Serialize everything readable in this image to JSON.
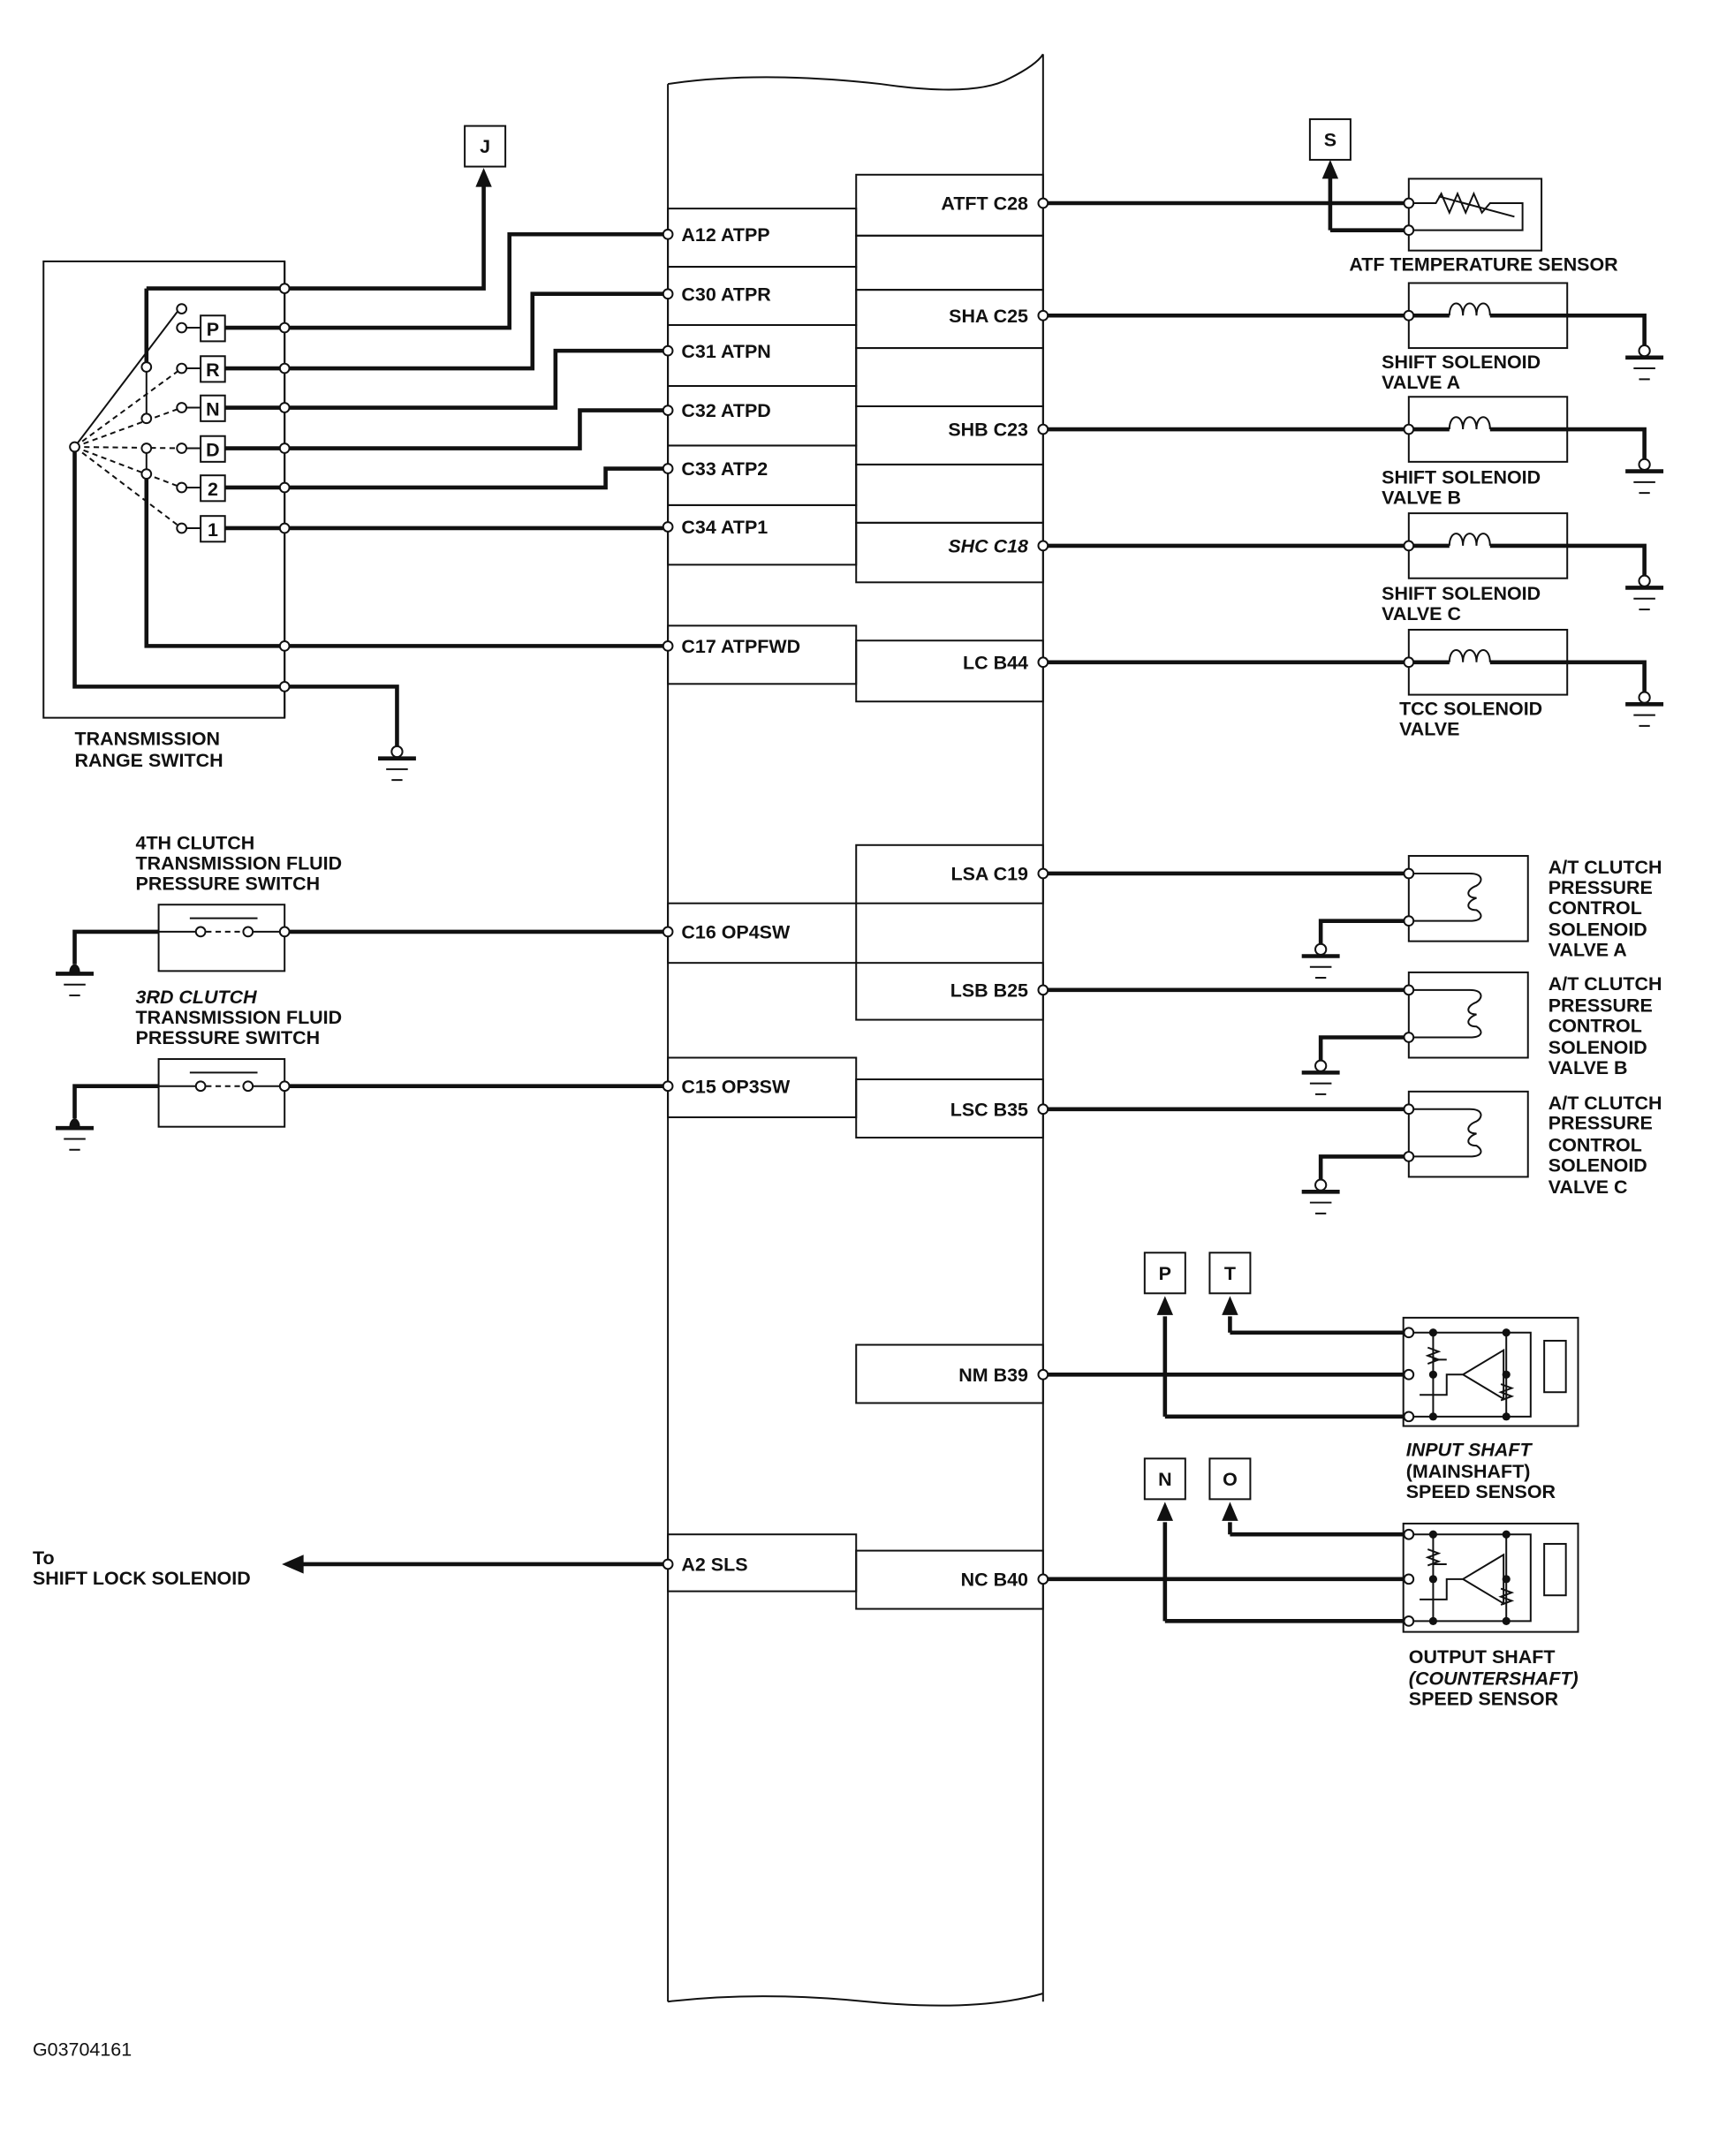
{
  "figure_id": "G03704161",
  "ecm_left_pins": {
    "a12": "A12 ATPP",
    "c30": "C30 ATPR",
    "c31": "C31 ATPN",
    "c32": "C32 ATPD",
    "c33": "C33 ATP2",
    "c34": "C34 ATP1",
    "c17": "C17 ATPFWD",
    "c16": "C16 OP4SW",
    "c15": "C15 OP3SW",
    "a2": "A2 SLS"
  },
  "ecm_right_pins": {
    "atft": "ATFT C28",
    "sha": "SHA C25",
    "shb": "SHB C23",
    "shc": "SHC C18",
    "lc": "LC B44",
    "lsa": "LSA C19",
    "lsb": "LSB B25",
    "lsc": "LSC B35",
    "nm": "NM B39",
    "nc": "NC B40"
  },
  "connectors": {
    "j": "J",
    "s": "S",
    "p": "P",
    "t": "T",
    "n": "N",
    "o": "O"
  },
  "range_switch": {
    "positions": [
      "P",
      "R",
      "N",
      "D",
      "2",
      "1"
    ],
    "label": [
      "TRANSMISSION",
      "RANGE SWITCH"
    ]
  },
  "components": {
    "atf_temp": "ATF TEMPERATURE SENSOR",
    "ssa": [
      "SHIFT SOLENOID",
      "VALVE A"
    ],
    "ssb": [
      "SHIFT SOLENOID",
      "VALVE B"
    ],
    "ssc": [
      "SHIFT SOLENOID",
      "VALVE C"
    ],
    "tcc": [
      "TCC SOLENOID",
      "VALVE"
    ],
    "sw4": [
      "4TH CLUTCH",
      "TRANSMISSION FLUID",
      "PRESSURE SWITCH"
    ],
    "sw3": [
      "3RD CLUTCH",
      "TRANSMISSION FLUID",
      "PRESSURE SWITCH"
    ],
    "pca": [
      "A/T CLUTCH",
      "PRESSURE",
      "CONTROL",
      "SOLENOID",
      "VALVE A"
    ],
    "pcb": [
      "A/T CLUTCH",
      "PRESSURE",
      "CONTROL",
      "SOLENOID",
      "VALVE B"
    ],
    "pcc": [
      "A/T CLUTCH",
      "PRESSURE",
      "CONTROL",
      "SOLENOID",
      "VALVE C"
    ],
    "iss": [
      "INPUT SHAFT",
      "(MAINSHAFT)",
      "SPEED SENSOR"
    ],
    "oss": [
      "OUTPUT SHAFT",
      "(COUNTERSHAFT)",
      "SPEED SENSOR"
    ],
    "shift_lock": [
      "To",
      "SHIFT LOCK SOLENOID"
    ]
  }
}
